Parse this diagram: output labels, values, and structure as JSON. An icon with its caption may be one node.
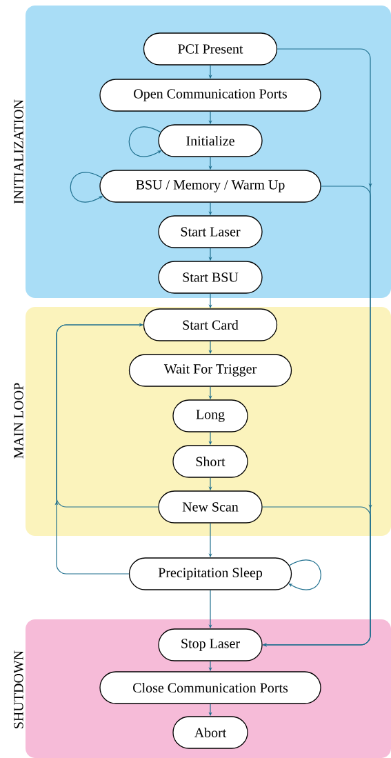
{
  "diagram": {
    "nodes": [
      {
        "text": [
          "INITIALIZATION"
        ]
      },
      {
        "text": [
          "PCI Present"
        ],
        "in": 0
      },
      {
        "text": [
          "Open Communication Ports"
        ],
        "in": 0
      },
      {
        "text": [
          "Initialize"
        ],
        "in": 0
      },
      {
        "text": [
          "BSU / Memory / Warm Up"
        ],
        "in": 0
      },
      {
        "text": [
          "Start Laser"
        ],
        "in": 0
      },
      {
        "text": [
          "Start BSU"
        ],
        "in": 0
      },
      {
        "text": [
          "MAIN LOOP"
        ]
      },
      {
        "text": [
          "Start Card"
        ],
        "in": 7
      },
      {
        "text": [
          "Wait For Trigger"
        ],
        "in": 7
      },
      {
        "text": [
          "Long"
        ],
        "in": 7
      },
      {
        "text": [
          "Short"
        ],
        "in": 7
      },
      {
        "text": [
          "New Scan"
        ],
        "in": 7
      },
      {
        "text": [
          "Precipitation Sleep"
        ]
      },
      {
        "text": [
          "SHUTDOWN"
        ]
      },
      {
        "text": [
          "Stop Laser"
        ],
        "in": 14
      },
      {
        "text": [
          "Close Communication Ports"
        ],
        "in": 14
      },
      {
        "text": [
          "Abort"
        ],
        "in": 14
      }
    ],
    "edges": [
      {
        "from": 1,
        "to": 2,
        "arrow": "to"
      },
      {
        "from": 2,
        "to": 3,
        "arrow": "to"
      },
      {
        "from": 3,
        "to": 3,
        "arrow": "to"
      },
      {
        "from": 3,
        "to": 4,
        "arrow": "to"
      },
      {
        "from": 4,
        "to": 4,
        "arrow": "to"
      },
      {
        "from": 4,
        "to": 5,
        "arrow": "to"
      },
      {
        "from": 5,
        "to": 6,
        "arrow": "to"
      },
      {
        "from": 6,
        "to": 8,
        "arrow": "to"
      },
      {
        "from": 8,
        "to": 9,
        "arrow": "to"
      },
      {
        "from": 9,
        "to": 10,
        "arrow": "to"
      },
      {
        "from": 10,
        "to": 11,
        "arrow": "to"
      },
      {
        "from": 11,
        "to": 12,
        "arrow": "to"
      },
      {
        "from": 12,
        "to": 13,
        "arrow": "to"
      },
      {
        "from": 13,
        "to": 15,
        "arrow": "to"
      },
      {
        "from": 15,
        "to": 16,
        "arrow": "to"
      },
      {
        "from": 16,
        "to": 17,
        "arrow": "to"
      },
      {
        "from": 1,
        "to": 15,
        "arrow": "to"
      },
      {
        "from": 4,
        "to": 15,
        "arrow": "to"
      },
      {
        "from": 12,
        "to": 15,
        "arrow": "to"
      },
      {
        "from": 12,
        "to": 8,
        "arrow": "to"
      },
      {
        "from": 13,
        "to": 8,
        "arrow": "to"
      },
      {
        "from": 13,
        "to": 13,
        "arrow": "to"
      }
    ]
  }
}
